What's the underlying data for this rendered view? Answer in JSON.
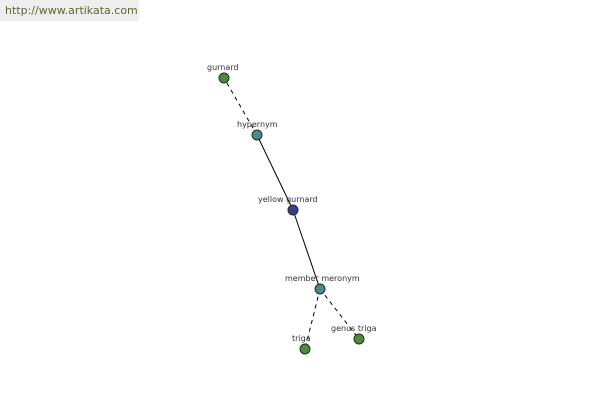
{
  "watermark": {
    "text": "http://www.artikata.com"
  },
  "colors": {
    "center_node": "#3b3e8f",
    "relation_node": "#4a8a8a",
    "leaf_node": "#4e8a3e",
    "edge": "#000000",
    "node_stroke": "#1f2f1f"
  },
  "graph": {
    "center": {
      "label": "yellow gurnard",
      "kind": "center"
    },
    "relations": [
      {
        "label": "hypernym",
        "kind": "relation",
        "leaves": [
          {
            "label": "gurnard",
            "kind": "leaf"
          }
        ]
      },
      {
        "label": "member meronym",
        "kind": "relation",
        "leaves": [
          {
            "label": "triga",
            "kind": "leaf"
          },
          {
            "label": "genus triga",
            "kind": "leaf"
          }
        ]
      }
    ]
  }
}
